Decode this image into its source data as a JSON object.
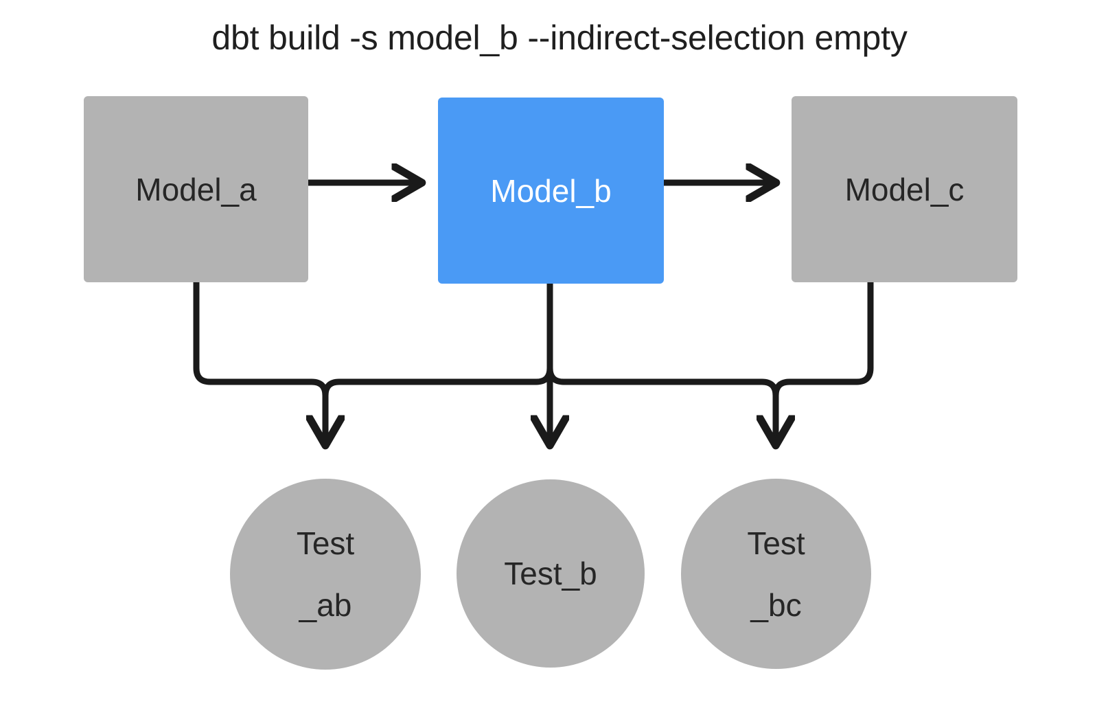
{
  "diagram": {
    "title": "dbt build -s model_b --indirect-selection empty",
    "type": "dag",
    "background": "#ffffff",
    "colors": {
      "node_default": "#b3b3b3",
      "node_selected": "#4a9af5",
      "node_selected_text": "#ffffff",
      "text": "#262626",
      "edge": "#1a1a1a"
    },
    "nodes": {
      "model_a": {
        "label": "Model_a",
        "shape": "rectangle",
        "state": "not-selected"
      },
      "model_b": {
        "label": "Model_b",
        "shape": "rectangle",
        "state": "selected"
      },
      "model_c": {
        "label": "Model_c",
        "shape": "rectangle",
        "state": "not-selected"
      },
      "test_ab": {
        "label_line1": "Test",
        "label_line2": "_ab",
        "shape": "circle",
        "state": "not-selected"
      },
      "test_b": {
        "label": "Test_b",
        "shape": "circle",
        "state": "not-selected"
      },
      "test_bc": {
        "label_line1": "Test",
        "label_line2": "_bc",
        "shape": "circle",
        "state": "not-selected"
      }
    },
    "edges": [
      {
        "from": "model_a",
        "to": "model_b",
        "style": "arrow"
      },
      {
        "from": "model_b",
        "to": "model_c",
        "style": "arrow"
      },
      {
        "from": "model_a",
        "to": "test_ab",
        "style": "arrow"
      },
      {
        "from": "model_b",
        "to": "test_ab",
        "style": "arrow"
      },
      {
        "from": "model_b",
        "to": "test_b",
        "style": "arrow"
      },
      {
        "from": "model_b",
        "to": "test_bc",
        "style": "arrow"
      },
      {
        "from": "model_c",
        "to": "test_bc",
        "style": "arrow"
      }
    ]
  }
}
